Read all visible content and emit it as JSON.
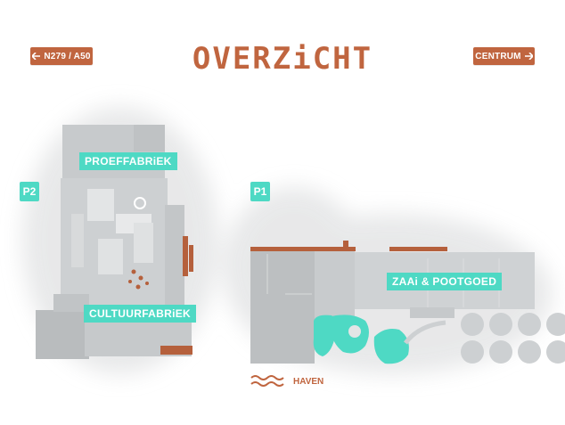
{
  "header": {
    "title": "OVERZiCHT",
    "back_label": "N279 / A50",
    "forward_label": "CENTRUM"
  },
  "parking": {
    "p2": "P2",
    "p1": "P1"
  },
  "buildings": {
    "proeffabriek": "PROEFFABRiEK",
    "cultuurfabriek": "CULTUURFABRiEK",
    "zaai": "ZAAi & POOTGOED"
  },
  "legend": {
    "haven": "HAVEN"
  },
  "colors": {
    "accent": "#c0653f",
    "teal": "#4ed9c4",
    "building": "#c9ccce"
  },
  "icons": {
    "back": "arrow-left-icon",
    "forward": "arrow-right-icon",
    "water": "waves-icon"
  }
}
